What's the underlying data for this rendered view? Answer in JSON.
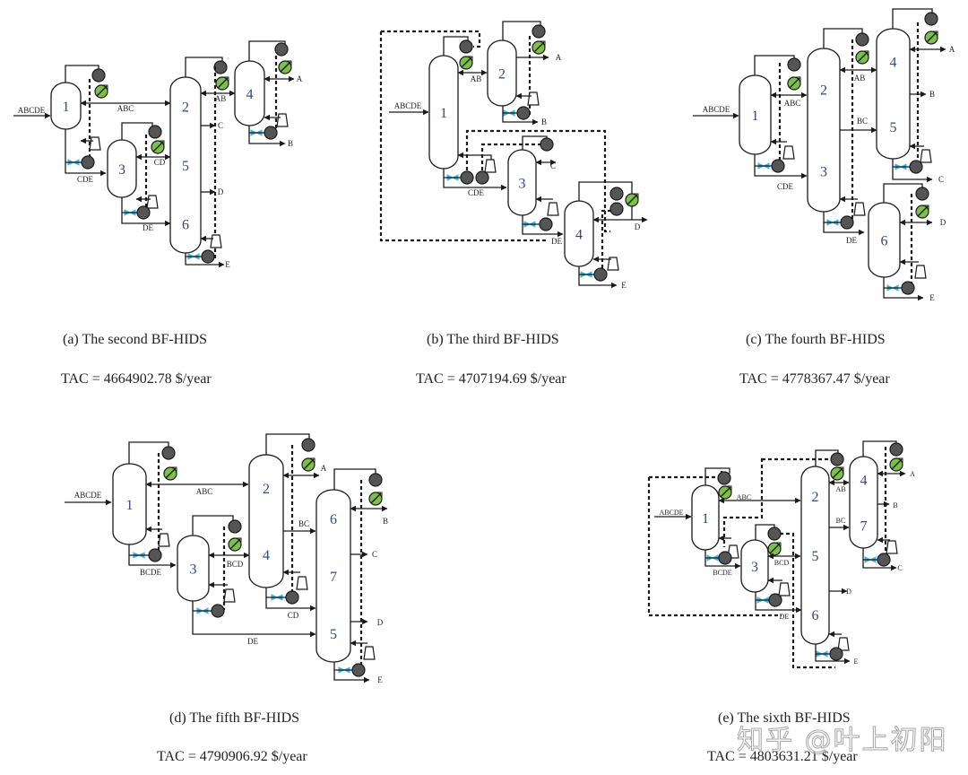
{
  "colors": {
    "line": "#1a1a1a",
    "column_fill": "#ffffff",
    "column_number": "#2b4a8a",
    "condenser": "#7cc04a",
    "pump": "#555555",
    "valve": "#3bb6e0"
  },
  "panels": [
    {
      "id": "a",
      "caption": "(a) The second BF-HIDS",
      "tac": "TAC = 4664902.78 $/year",
      "feed": "ABCDE",
      "columns": [
        "1",
        "3",
        "2\n5\n6",
        "4"
      ],
      "streams": [
        "ABC",
        "CDE",
        "CD",
        "DE",
        "AB",
        "A",
        "B",
        "C",
        "D",
        "E"
      ]
    },
    {
      "id": "b",
      "caption": "(b) The third BF-HIDS",
      "tac": "TAC = 4707194.69 $/year",
      "feed": "ABCDE",
      "columns": [
        "1",
        "2",
        "3",
        "4"
      ],
      "streams": [
        "AB",
        "A",
        "B",
        "CDE",
        "C",
        "DE",
        "D",
        "E"
      ]
    },
    {
      "id": "c",
      "caption": "(c) The fourth BF-HIDS",
      "tac": "TAC = 4778367.47 $/year",
      "feed": "ABCDE",
      "columns": [
        "1",
        "2\n3",
        "4\n5",
        "6"
      ],
      "streams": [
        "ABC",
        "CDE",
        "AB",
        "BC",
        "A",
        "B",
        "C",
        "DE",
        "D",
        "E"
      ]
    },
    {
      "id": "d",
      "caption": "(d) The fifth BF-HIDS",
      "tac": "TAC = 4790906.92 $/year",
      "feed": "ABCDE",
      "columns": [
        "1",
        "3",
        "2\n4",
        "6\n7\n5"
      ],
      "streams": [
        "ABC",
        "BCDE",
        "BCD",
        "A",
        "BC",
        "B",
        "CD",
        "C",
        "DE",
        "D",
        "E"
      ]
    },
    {
      "id": "e",
      "caption": "(e) The sixth BF-HIDS",
      "tac": "TAC = 4803631.21 $/year",
      "feed": "ABCDE",
      "columns": [
        "1",
        "3",
        "2\n5\n6",
        "4\n7"
      ],
      "streams": [
        "ABC",
        "BCDE",
        "BCD",
        "DE",
        "AB",
        "BC",
        "A",
        "B",
        "C",
        "D",
        "E"
      ]
    }
  ],
  "watermark": "知乎 @叶上初阳"
}
